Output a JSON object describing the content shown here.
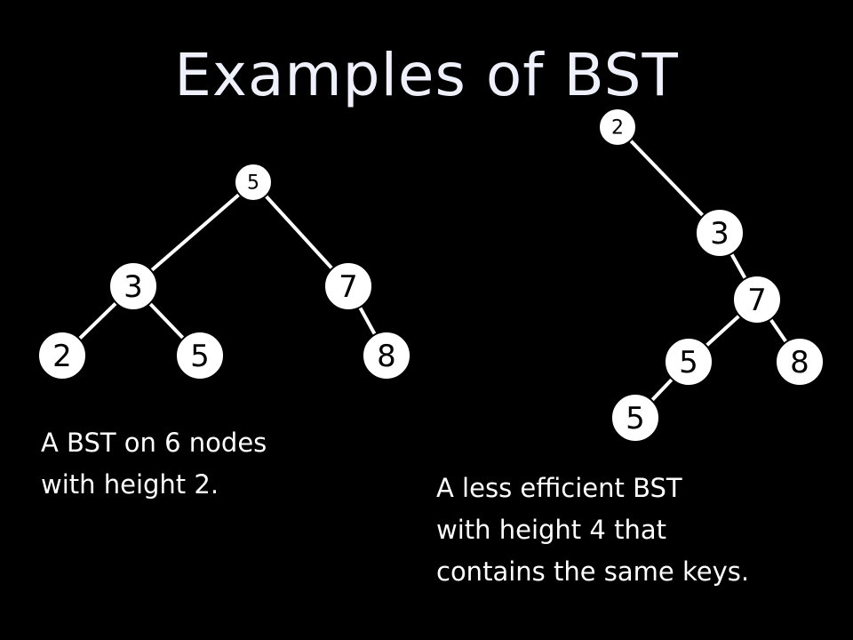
{
  "title": "Examples of BST",
  "trees": [
    {
      "nodes": [
        {
          "id": "a5",
          "key": "5"
        },
        {
          "id": "a3",
          "key": "3"
        },
        {
          "id": "a7",
          "key": "7"
        },
        {
          "id": "a2",
          "key": "2"
        },
        {
          "id": "a5b",
          "key": "5"
        },
        {
          "id": "a8",
          "key": "8"
        }
      ],
      "edges": [
        [
          "a5",
          "a3"
        ],
        [
          "a5",
          "a7"
        ],
        [
          "a3",
          "a2"
        ],
        [
          "a3",
          "a5b"
        ],
        [
          "a7",
          "a8"
        ]
      ],
      "caption": [
        "A BST on 6 nodes",
        "with height 2."
      ]
    },
    {
      "nodes": [
        {
          "id": "b2",
          "key": "2"
        },
        {
          "id": "b3",
          "key": "3"
        },
        {
          "id": "b7",
          "key": "7"
        },
        {
          "id": "b5",
          "key": "5"
        },
        {
          "id": "b8",
          "key": "8"
        },
        {
          "id": "b5b",
          "key": "5"
        }
      ],
      "edges": [
        [
          "b2",
          "b3"
        ],
        [
          "b3",
          "b7"
        ],
        [
          "b7",
          "b5"
        ],
        [
          "b7",
          "b8"
        ],
        [
          "b5",
          "b5b"
        ]
      ],
      "caption": [
        "A less efficient BST",
        "with height 4 that",
        "contains the same keys."
      ]
    }
  ]
}
